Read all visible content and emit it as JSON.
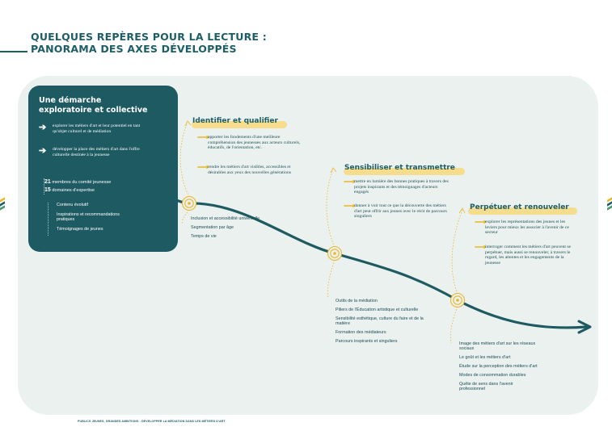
{
  "header": {
    "title_line1": "QUELQUES REPÈRES POUR LA LECTURE :",
    "title_line2": "PANORAMA DES AXES DÉVELOPPÉS"
  },
  "intro_box": {
    "title_line1": "Une démarche",
    "title_line2": "exploratoire et collective",
    "items": [
      "explorer les métiers d'art et leur potentiel en tant qu'objet culturel et de médiation",
      "développer la place des métiers d'art dans l'offre culturelle destinée à la jeunesse"
    ],
    "stats": [
      {
        "number": "21",
        "label": "membres du comité jeunesse"
      },
      {
        "number": "15",
        "label": "domaines d'expertise"
      }
    ],
    "resources": [
      "Contenu évolutif",
      "Inspirations et recommandations pratiques",
      "Témoignages de jeunes"
    ]
  },
  "stages": [
    {
      "title": "Identifier et qualifier",
      "points": [
        "apporter les fondements d'une meilleure compréhension des jeunesses aux acteurs culturels, éducatifs, de l'orientation, etc.",
        "rendre les métiers d'art visibles, accessibles et désirables aux yeux des nouvelles générations"
      ],
      "tools": [
        "Inclusion et accessibilité universelle",
        "Segmentation par âge",
        "Temps de vie"
      ]
    },
    {
      "title": "Sensibiliser et transmettre",
      "points": [
        "mettre en lumière des bonnes pratiques à travers des projets inspirants et des témoignages d'acteurs engagés",
        "donner à voir tout ce que la découverte des métiers d'art peut offrir aux jeunes avec le récit de parcours singuliers"
      ],
      "tools": [
        "Outils de la médiation",
        "Piliers de l'Éducation artistique et culturelle",
        "Sensibilité esthétique, culture du faire et de la matière",
        "Formation des médiateurs",
        "Parcours inspirants et singuliers"
      ]
    },
    {
      "title": "Perpétuer et renouveler",
      "points": [
        "explorer les représentations des jeunes et les leviers pour mieux les associer à l'avenir de ce secteur",
        "interroger comment les métiers d'art peuvent se perpétuer, mais aussi se renouveler, à travers le regard, les attentes et les engagements de la jeunesse"
      ],
      "tools": [
        "Image des métiers d'art sur les réseaux sociaux",
        "Le goût et les métiers d'art",
        "Étude sur la perception des métiers d'art",
        "Modes de consommation durables",
        "Quête de sens dans l'avenir professionnel"
      ]
    }
  ],
  "footer": "PUBLICS JEUNES, GRANDES AMBITIONS : DÉVELOPPER LA MÉDIATION DANS LES MÉTIERS D'ART",
  "colors": {
    "teal_dark": "#1d5a62",
    "teal_title": "#1d5e66",
    "panel_bg": "#eaf1ee",
    "accent_yellow": "#e9b82a",
    "highlight_yellow": "#f5dd8d",
    "green_mark": "#4a9a6a"
  },
  "icons": [
    "arrow-right-icon",
    "target-circle-icon",
    "curved-path-arrow-icon"
  ]
}
